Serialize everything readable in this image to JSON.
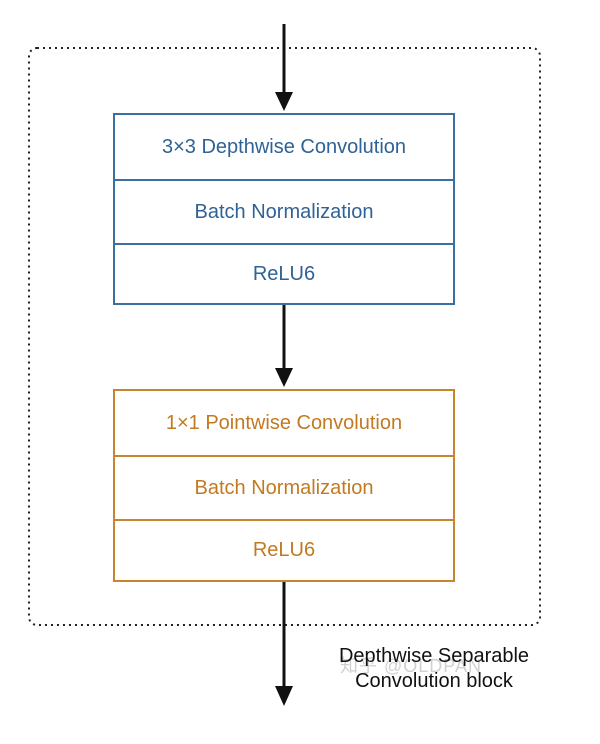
{
  "depthwise_block": {
    "layers": [
      "3×3 Depthwise Convolution",
      "Batch Normalization",
      "ReLU6"
    ],
    "color": "#3a6fa0"
  },
  "pointwise_block": {
    "layers": [
      "1×1 Pointwise Convolution",
      "Batch Normalization",
      "ReLU6"
    ],
    "color": "#c8842e"
  },
  "caption": {
    "line1": "Depthwise Separable",
    "line2": "Convolution block"
  },
  "watermark": "知乎 @OLDPAN"
}
